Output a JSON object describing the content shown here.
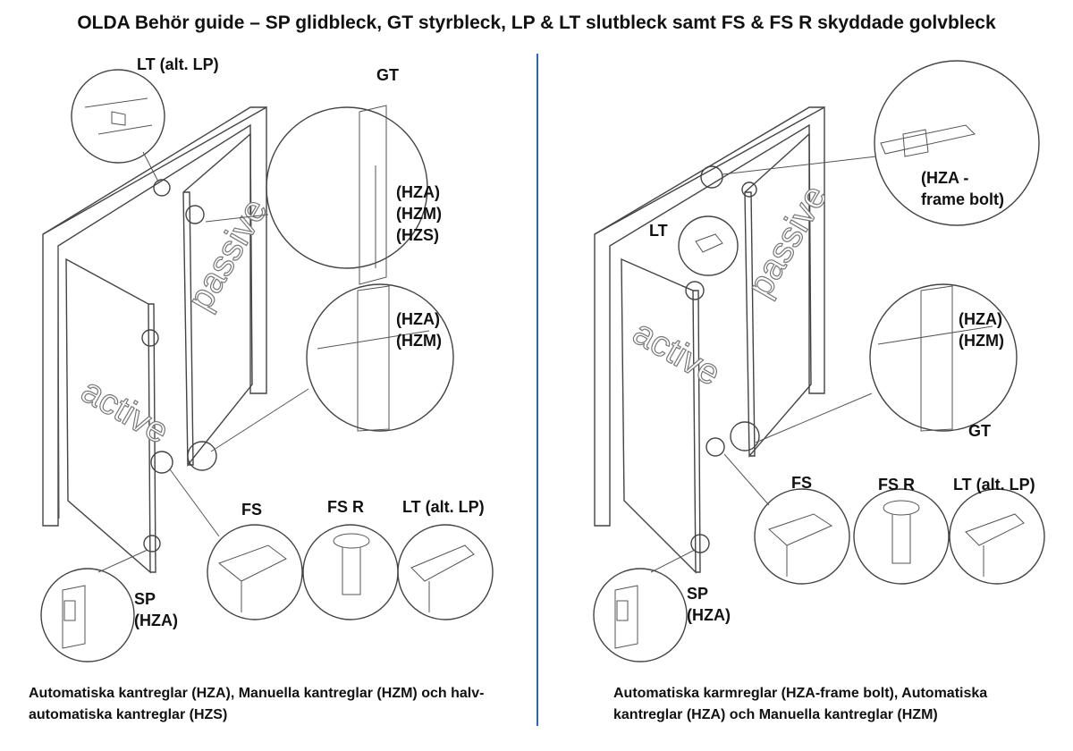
{
  "title": "OLDA Behör guide – SP glidbleck, GT styrbleck, LP & LT slutbleck samt FS & FS R skyddade golvbleck",
  "left": {
    "door_active": "active",
    "door_passive": "passive",
    "labels": {
      "lt_top": "LT (alt. LP)",
      "gt": "GT",
      "hza_hzm_hzs": "(HZA)\n(HZM)\n(HZS)",
      "hza_hzm": "(HZA)\n(HZM)",
      "fs": "FS",
      "fsr": "FS R",
      "lt_bottom": "LT (alt. LP)",
      "sp": "SP\n(HZA)"
    },
    "caption": "Automatiska kantreglar (HZA), Manuella kantreglar (HZM) och halv-automatiska kantreglar (HZS)"
  },
  "right": {
    "door_active": "active",
    "door_passive": "passive",
    "labels": {
      "frame_bolt": "(HZA -\nframe bolt)",
      "lt": "LT",
      "hza_hzm": "(HZA)\n(HZM)",
      "gt": "GT",
      "fs": "FS",
      "fsr": "FS R",
      "lt_alt": "LT (alt. LP)",
      "sp": "SP\n(HZA)"
    },
    "caption": "Automatiska karmreglar (HZA-frame bolt), Automatiska kantreglar (HZA) och Manuella kantreglar (HZM)"
  },
  "colors": {
    "divider": "#2f63b5",
    "line": "#444444"
  }
}
